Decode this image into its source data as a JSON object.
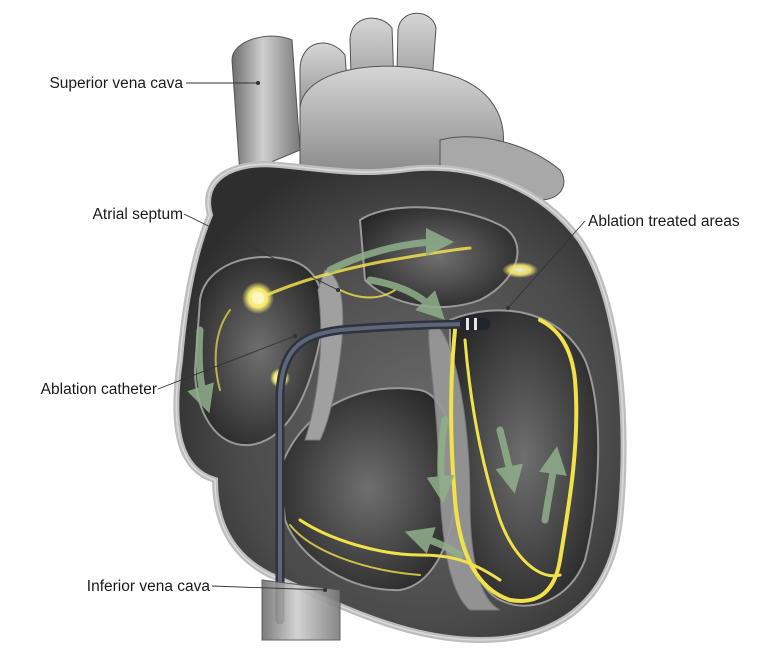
{
  "labels": {
    "superior_vena_cava": "Superior vena cava",
    "atrial_septum": "Atrial septum",
    "ablation_treated_areas": "Ablation treated areas",
    "ablation_catheter": "Ablation catheter",
    "inferior_vena_cava": "Inferior vena cava"
  },
  "colors": {
    "heart_tissue": "#8c8c8c",
    "heart_dark": "#3a3a3a",
    "conduction_path": "#f2e24a",
    "signal_arrow": "#8fb08a",
    "catheter": "#3d4656"
  }
}
